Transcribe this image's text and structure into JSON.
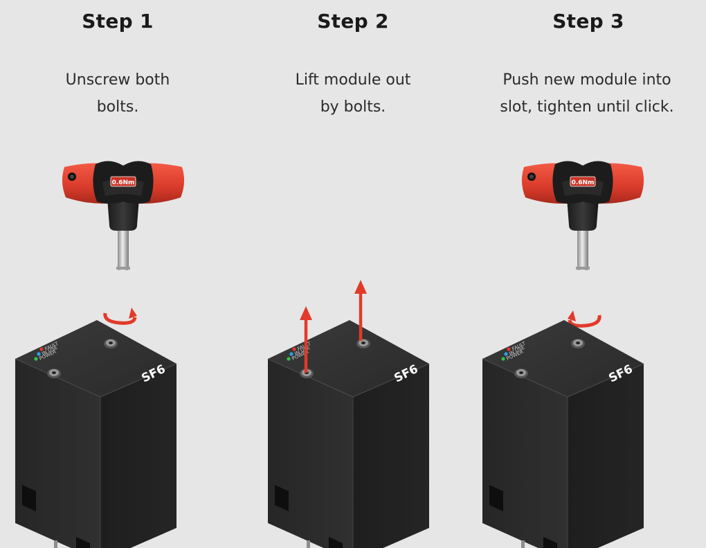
{
  "steps": [
    {
      "title": "Step 1",
      "instruction_line1": "Unscrew both",
      "instruction_line2": "bolts."
    },
    {
      "title": "Step 2",
      "instruction_line1": "Lift module out",
      "instruction_line2": "by bolts."
    },
    {
      "title": "Step 3",
      "instruction_line1": "Push new module into",
      "instruction_line2": "slot, tighten until click."
    }
  ],
  "tool": {
    "torque_label": "0.6Nm",
    "icon": "t-handle-torque-screwdriver-icon"
  },
  "module": {
    "brand": "SF6",
    "leds": [
      {
        "label": "FAULT",
        "color": "#e23a2a"
      },
      {
        "label": "IN USE",
        "color": "#2aa4e8"
      },
      {
        "label": "POWER",
        "color": "#34c04a"
      }
    ]
  },
  "colors": {
    "background": "#e6e6e6",
    "accent_red": "#e23a2a",
    "module_body": "#2c2c2c"
  }
}
